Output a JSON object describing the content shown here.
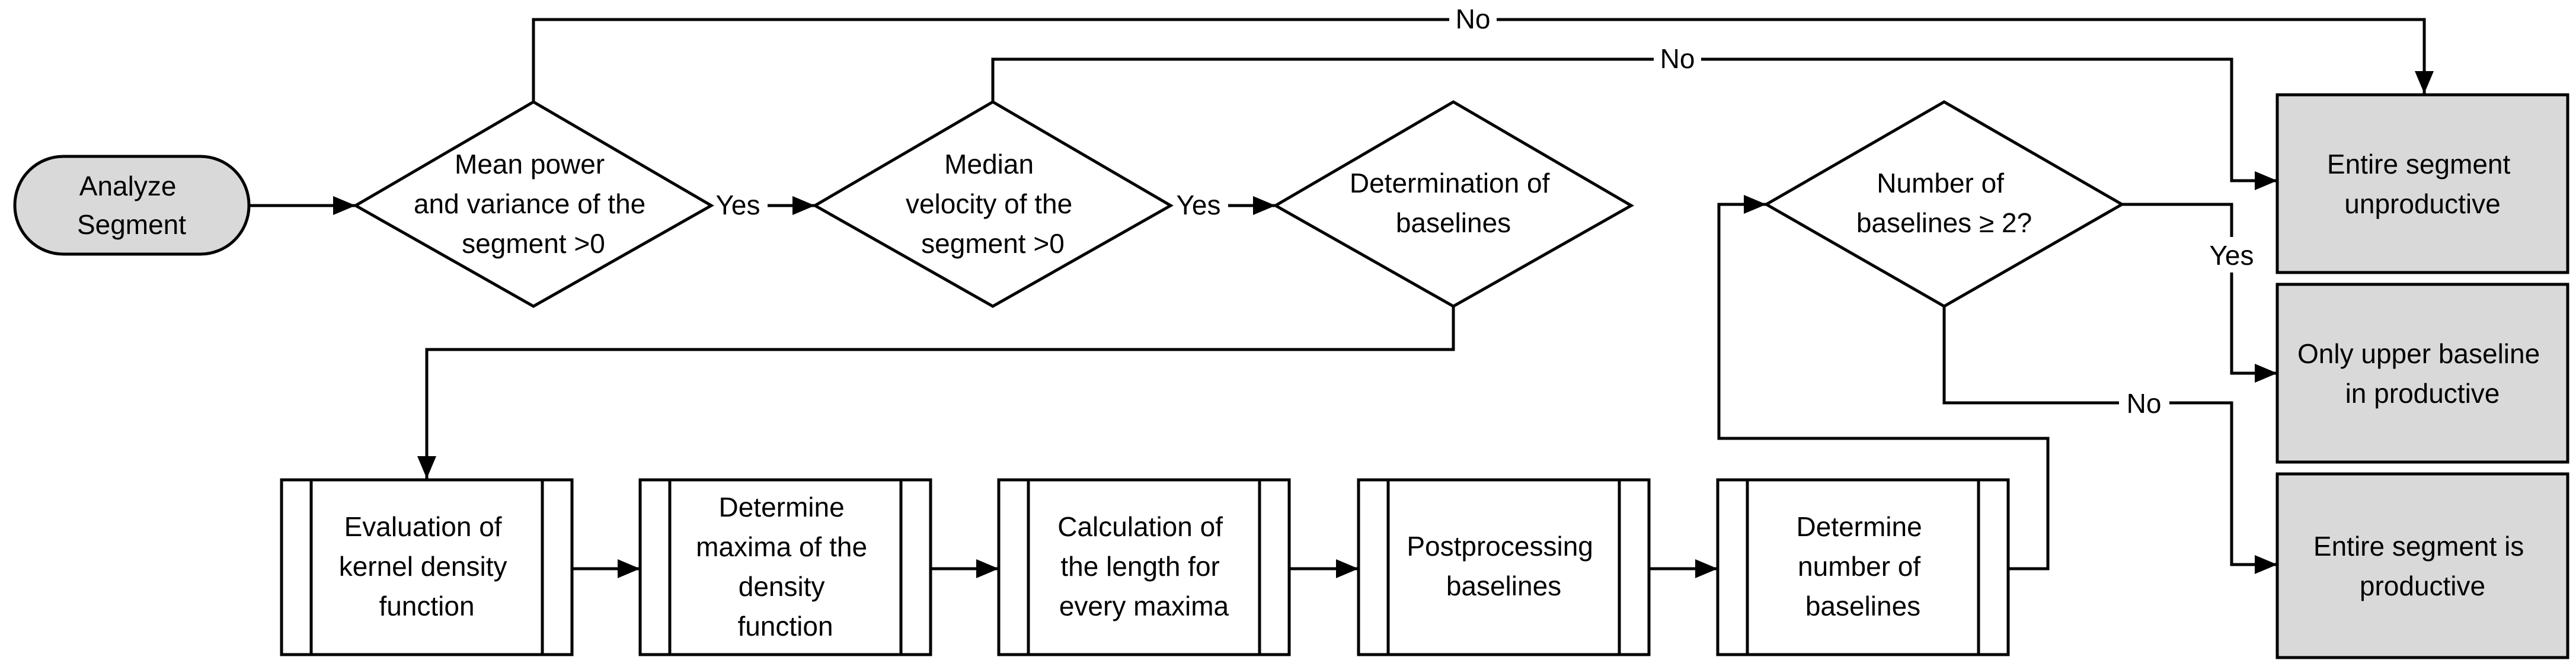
{
  "nodes": {
    "start": [
      "Analyze",
      "Segment"
    ],
    "d1": [
      "Mean power",
      "and variance of the",
      "segment >0"
    ],
    "d2": [
      "Median",
      "velocity of the",
      "segment >0"
    ],
    "d3": [
      "Determination of",
      "baselines"
    ],
    "d4": [
      "Number of",
      "baselines ≥ 2?"
    ],
    "p1": [
      "Evaluation of",
      "kernel density",
      "function"
    ],
    "p2": [
      "Determine",
      "maxima of the",
      "density",
      "function"
    ],
    "p3": [
      "Calculation of",
      "the length for",
      "every maxima"
    ],
    "p4": [
      "Postprocessing",
      "baselines"
    ],
    "p5": [
      "Determine",
      "number of",
      "baselines"
    ],
    "o1": [
      "Entire segment",
      "unproductive"
    ],
    "o2": [
      "Only upper baseline",
      "in productive"
    ],
    "o3": [
      "Entire segment is",
      "productive"
    ]
  },
  "edge_labels": {
    "yes1": "Yes",
    "yes2": "Yes",
    "no_top": "No",
    "no_second": "No",
    "yes_d4": "Yes",
    "no_d4": "No"
  },
  "colors": {
    "stroke": "#000000",
    "terminal_fill": "#d9d9d9",
    "outcome_fill": "#d9d9d9",
    "background": "#ffffff"
  }
}
